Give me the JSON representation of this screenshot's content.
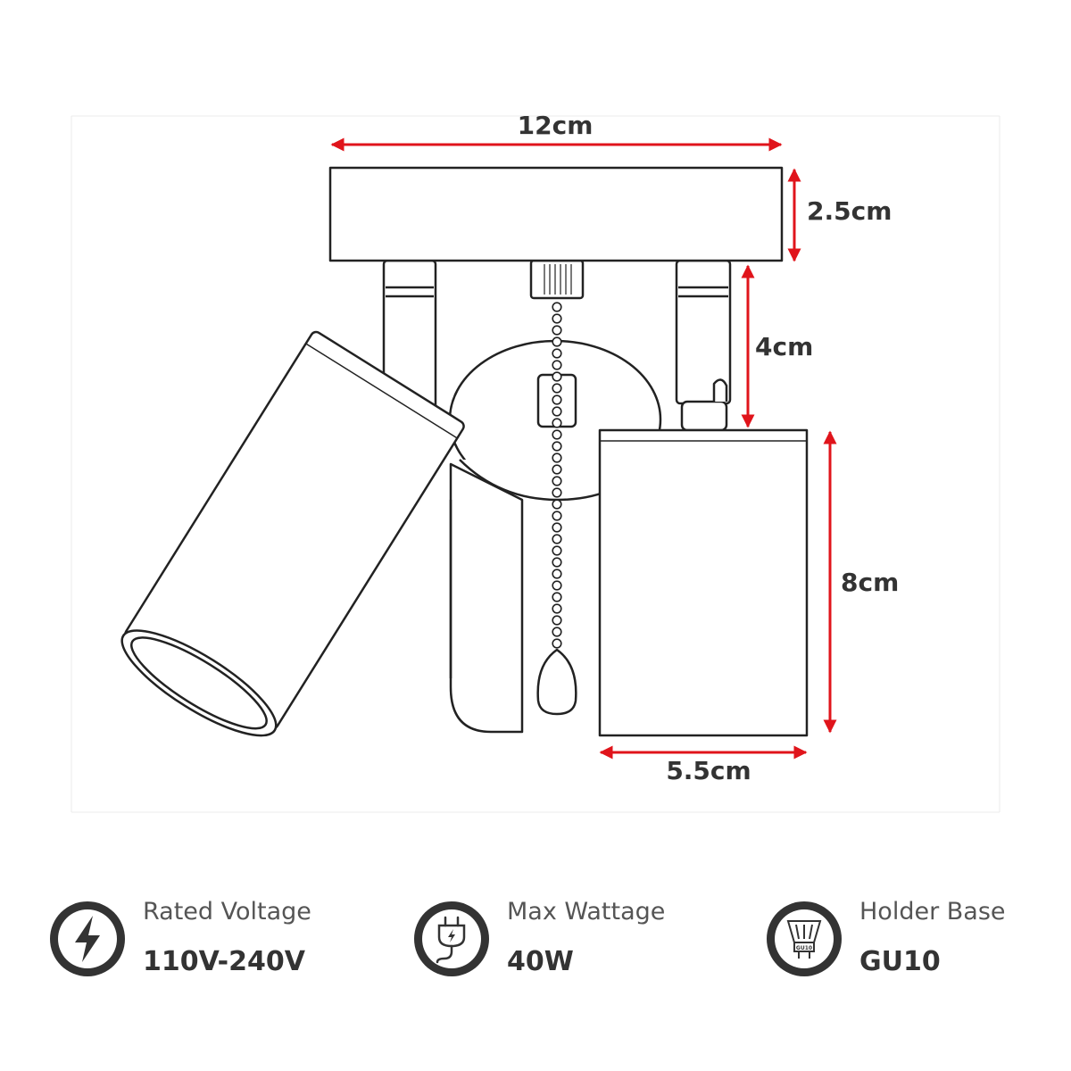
{
  "dimensions": {
    "top_width": "12cm",
    "base_height": "2.5cm",
    "stem_length": "4cm",
    "shade_height": "8cm",
    "shade_width": "5.5cm"
  },
  "specs": [
    {
      "label": "Rated Voltage",
      "value": "110V-240V",
      "icon": "lightning-icon"
    },
    {
      "label": "Max Wattage",
      "value": "40W",
      "icon": "plug-icon"
    },
    {
      "label": "Holder Base",
      "value": "GU10",
      "icon": "bulb-holder-icon"
    }
  ],
  "bulb_icon_text": "GU10",
  "colors": {
    "dimension_arrow": "#e0141b",
    "line": "#222222",
    "icon_ring": "#333333"
  }
}
